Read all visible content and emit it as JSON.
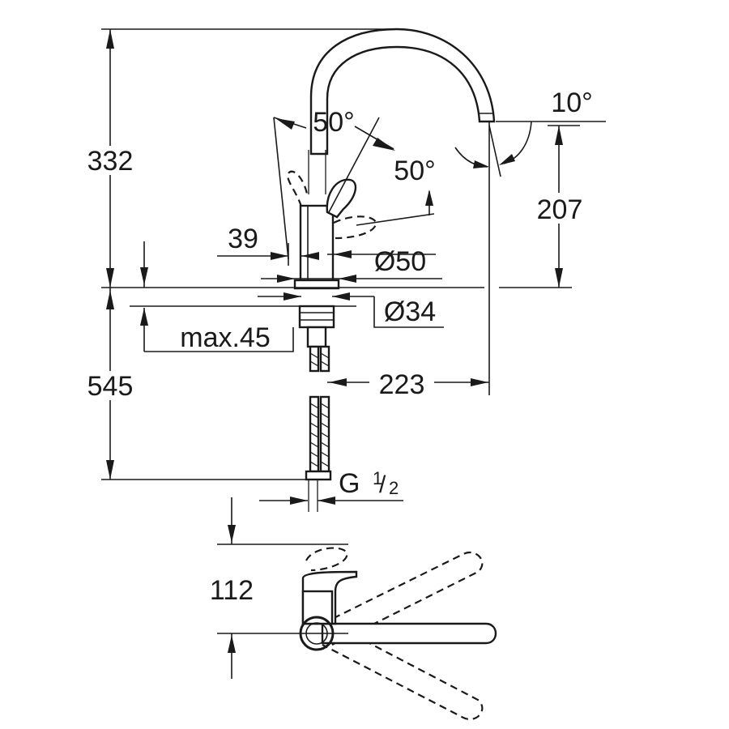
{
  "dimensions": {
    "total_height": "332",
    "spout_height": "207",
    "lever_angle_left": "50°",
    "lever_angle_right": "50°",
    "spout_tilt": "10°",
    "lever_offset": "39",
    "body_diameter": "Ø50",
    "hole_diameter": "Ø34",
    "max_thickness": "max.45",
    "below_counter": "545",
    "spout_reach": "223",
    "connection_prefix": "G",
    "connection_num": "1",
    "connection_den": "2",
    "lever_clearance": "112"
  }
}
